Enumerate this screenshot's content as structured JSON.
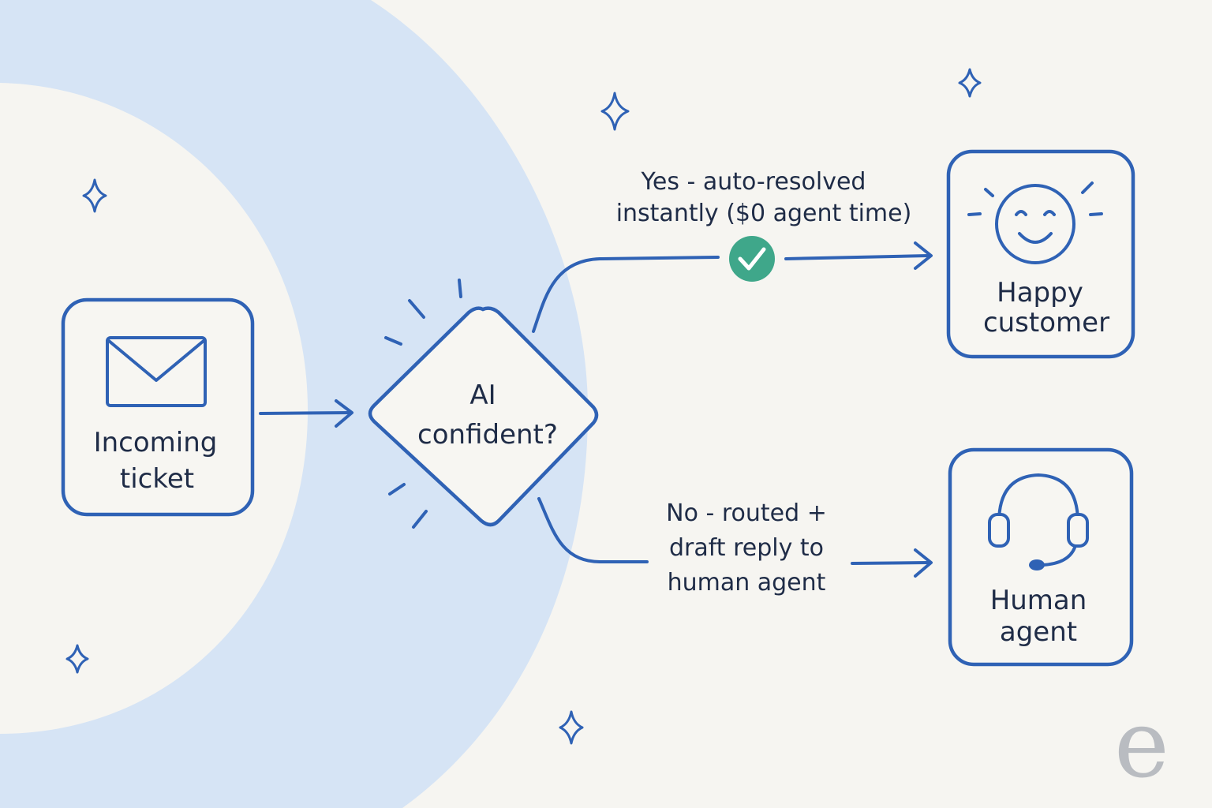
{
  "colors": {
    "background": "#f6f5f1",
    "accent_band": "#d6e4f5",
    "stroke": "#2f62b5",
    "text": "#1f2c47",
    "check_badge": "#3fa78a",
    "logo": "#b9bcc1"
  },
  "nodes": {
    "incoming": {
      "label_line1": "Incoming",
      "label_line2": "ticket",
      "icon": "envelope-icon"
    },
    "decision": {
      "label_line1": "AI",
      "label_line2": "confident?"
    },
    "happy": {
      "label_line1": "Happy",
      "label_line2": "customer",
      "icon": "smiley-face-icon"
    },
    "human": {
      "label_line1": "Human",
      "label_line2": "agent",
      "icon": "headset-icon"
    }
  },
  "edges": {
    "yes": {
      "line1": "Yes - auto-resolved",
      "line2": "instantly ($0 agent time)",
      "badge": "check-icon"
    },
    "no": {
      "line1": "No - routed +",
      "line2": "draft reply to",
      "line3": "human agent"
    }
  },
  "logo": {
    "glyph": "e"
  }
}
